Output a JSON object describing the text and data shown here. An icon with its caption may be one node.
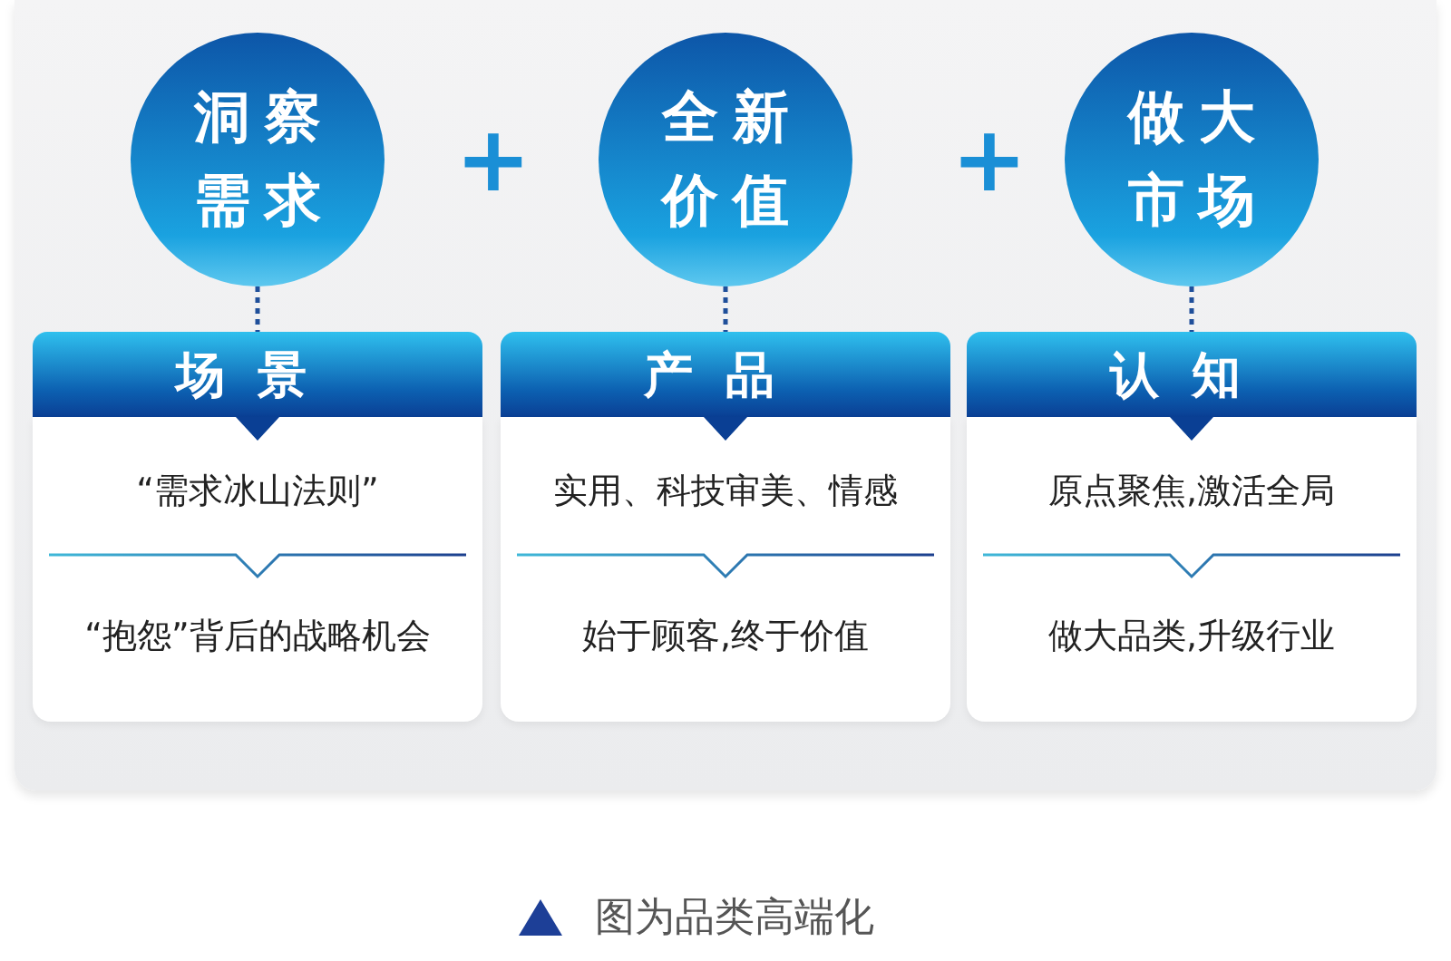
{
  "diagram": {
    "caption": "图为品类高端化",
    "nodes": [
      {
        "text": [
          "洞察需求"
        ]
      },
      {
        "text": [
          "全新价值"
        ]
      },
      {
        "text": [
          "做大市场"
        ]
      },
      {
        "text": [
          "场景"
        ]
      },
      {
        "text": [
          "产品"
        ]
      },
      {
        "text": [
          "认知"
        ]
      },
      {
        "text": [
          "“需求冰山法则”",
          "“抱怨”背后的战略机会"
        ]
      },
      {
        "text": [
          "实用、科技审美、情感",
          "始于顾客,终于价值"
        ]
      },
      {
        "text": [
          "原点聚焦,激活全局",
          "做大品类,升级行业"
        ]
      }
    ],
    "edges": [
      {
        "from": 0,
        "to": 3,
        "arrow": "none",
        "style": "dashed"
      },
      {
        "from": 1,
        "to": 4,
        "arrow": "none",
        "style": "dashed"
      },
      {
        "from": 2,
        "to": 5,
        "arrow": "none",
        "style": "dashed"
      }
    ],
    "labels": [
      "+",
      "+"
    ]
  }
}
